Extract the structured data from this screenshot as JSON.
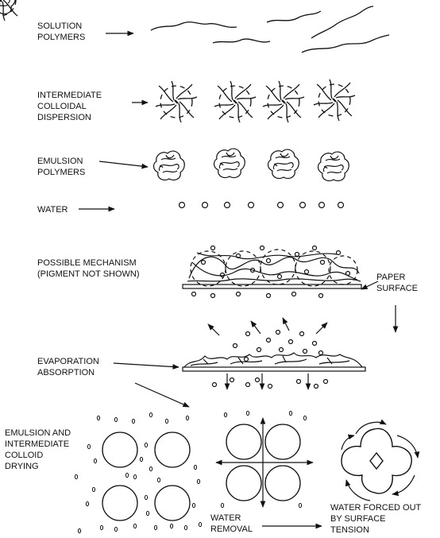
{
  "labels": {
    "solution_polymers": [
      "SOLUTION",
      "POLYMERS"
    ],
    "intermediate": [
      "INTERMEDIATE",
      "COLLOIDAL",
      "DISPERSION"
    ],
    "emulsion_polymers": [
      "EMULSION",
      "POLYMERS"
    ],
    "water": "WATER",
    "mechanism": [
      "POSSIBLE MECHANISM",
      "(PIGMENT NOT SHOWN)"
    ],
    "paper_surface": [
      "PAPER",
      "SURFACE"
    ],
    "evaporation": [
      "EVAPORATION",
      "ABSORPTION"
    ],
    "drying": [
      "EMULSION AND",
      "INTERMEDIATE",
      "COLLOID",
      "DRYING"
    ],
    "water_removal": [
      "WATER",
      "REMOVAL"
    ],
    "forced_out": [
      "WATER FORCED OUT",
      "BY SURFACE",
      "TENSION"
    ]
  },
  "style": {
    "ink": "#111111",
    "background": "#ffffff"
  }
}
